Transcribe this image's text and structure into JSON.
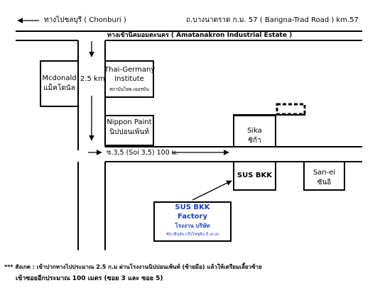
{
  "header": {
    "to_chonburi": "ทางไปชลบุรี ( Chonburi )",
    "bangna_road": "ถ.บางนาตราด ก.ม. 57 ( Bangna-Trad Road ) km.57",
    "estate_entrance": "ทางเข้านิคมอมตะนคร (  Amatanakron Industrial Estate )"
  },
  "distance_main": "2.5 km.",
  "soi_label": "ซ.3,5 (Soi 3,5)   100  ม.",
  "buildings": {
    "mcdonald": {
      "line1": "Mcdonald",
      "line2": "แม็คโดนัล"
    },
    "thai_germany": {
      "line1": "Thai-Germany",
      "line2": "Institute",
      "line3": "สถาบันไทย-เยอรมัน"
    },
    "nippon_paint": {
      "line1": "Nippon Paint",
      "line2": "นิปปอนเพ้นท์"
    },
    "sika": {
      "line1": "Sika",
      "line2": "ซิก้า"
    },
    "sus_bkk": {
      "line1": "SUS BKK"
    },
    "san_ei": {
      "line1": "San-ei",
      "line2": "ซันอิ"
    },
    "factory": {
      "line1": "SUS BKK",
      "line2": "Factory",
      "line3": "โรงงาน บริษัท",
      "line4": "ซัส.เซ็นอัพ.กรุ๊ปโซซูอิน บี.เค.เค"
    }
  },
  "footnote": {
    "line1": "*** สังเกต :  เข้าปากทางไปประมาณ 2.5 ก.ม ผ่านโรงงานนิปปอนเพ้นท์ (ซ้ายมือ) แล้วให้เตรียมเลี้ยวซ้าย",
    "line2": "เข้าซอยอีกประมาณ  100  เมตร  (ซอย  3 และ ซอย  5)"
  },
  "colors": {
    "factory_text": "#1a3fd0",
    "ink": "#000000"
  }
}
